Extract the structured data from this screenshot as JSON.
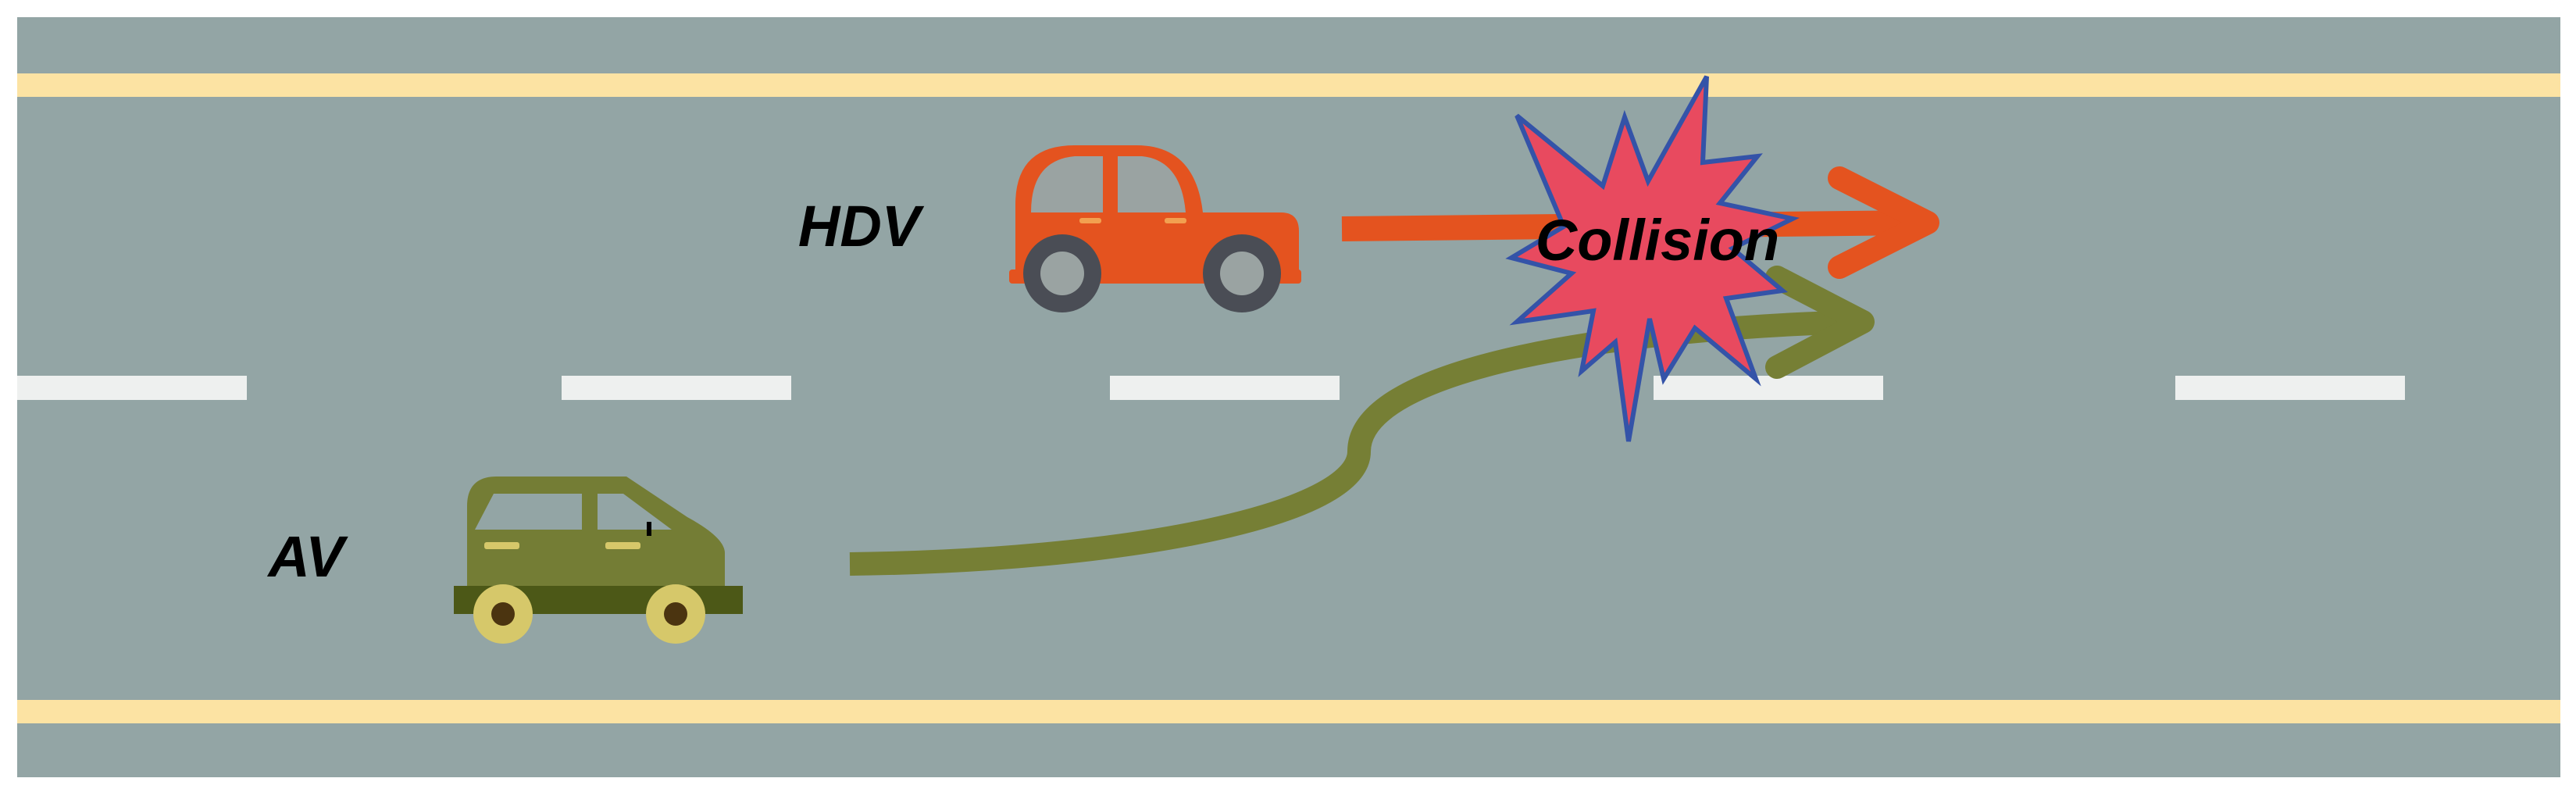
{
  "labels": {
    "hdv": "HDV",
    "av": "AV",
    "collision": "Collision"
  },
  "icons": {
    "hdv_vehicle": "hatchback-car-icon",
    "av_vehicle": "suv-car-icon",
    "collision_marker": "explosion-burst-icon"
  },
  "colors": {
    "road": "#93a5a5",
    "road_edge_line": "#fce3a3",
    "lane_dash": "#eef0ef",
    "hdv": "#e4531f",
    "hdv_window": "#9aa3a2",
    "wheel_outer": "#4a4d55",
    "wheel_inner": "#9aa3a2",
    "av_body": "#747d35",
    "av_dark": "#4c5817",
    "av_wheel": "#d6c86a",
    "av_hub": "#4b3410",
    "av_trajectory": "#767f35",
    "hdv_trajectory": "#e4531f",
    "collision_fill": "#e84a5f",
    "collision_stroke": "#3453a8"
  }
}
